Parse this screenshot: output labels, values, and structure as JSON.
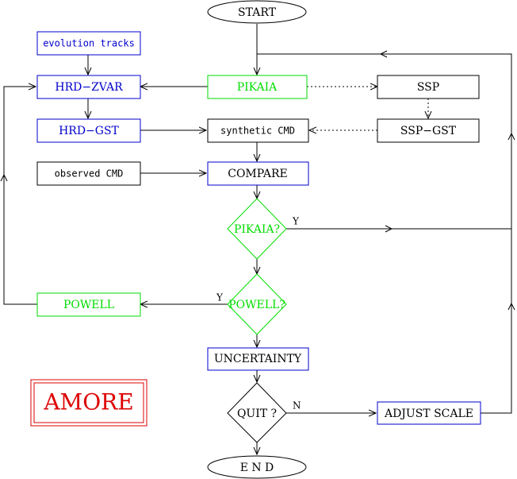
{
  "colors": {
    "blue": "#0000cc",
    "green": "#00dd00",
    "black": "#000000",
    "red": "#dd0000"
  },
  "nodes": {
    "start": "START",
    "evolution_tracks": "evolution tracks",
    "hrd_zvar": "HRD−ZVAR",
    "pikaia": "PIKAIA",
    "ssp": "SSP",
    "hrd_gst": "HRD−GST",
    "synthetic_cmd": "synthetic CMD",
    "ssp_gst": "SSP−GST",
    "observed_cmd": "observed CMD",
    "compare": "COMPARE",
    "pikaia_q": "PIKAIA?",
    "powell": "POWELL",
    "powell_q": "POWELL?",
    "uncertainty": "UNCERTAINTY",
    "quit_q": "QUIT ?",
    "adjust_scale": "ADJUST SCALE",
    "end": "E N D"
  },
  "edge_labels": {
    "pikaia_yes": "Y",
    "powell_yes": "Y",
    "quit_no": "N"
  },
  "logo": "AMORE"
}
